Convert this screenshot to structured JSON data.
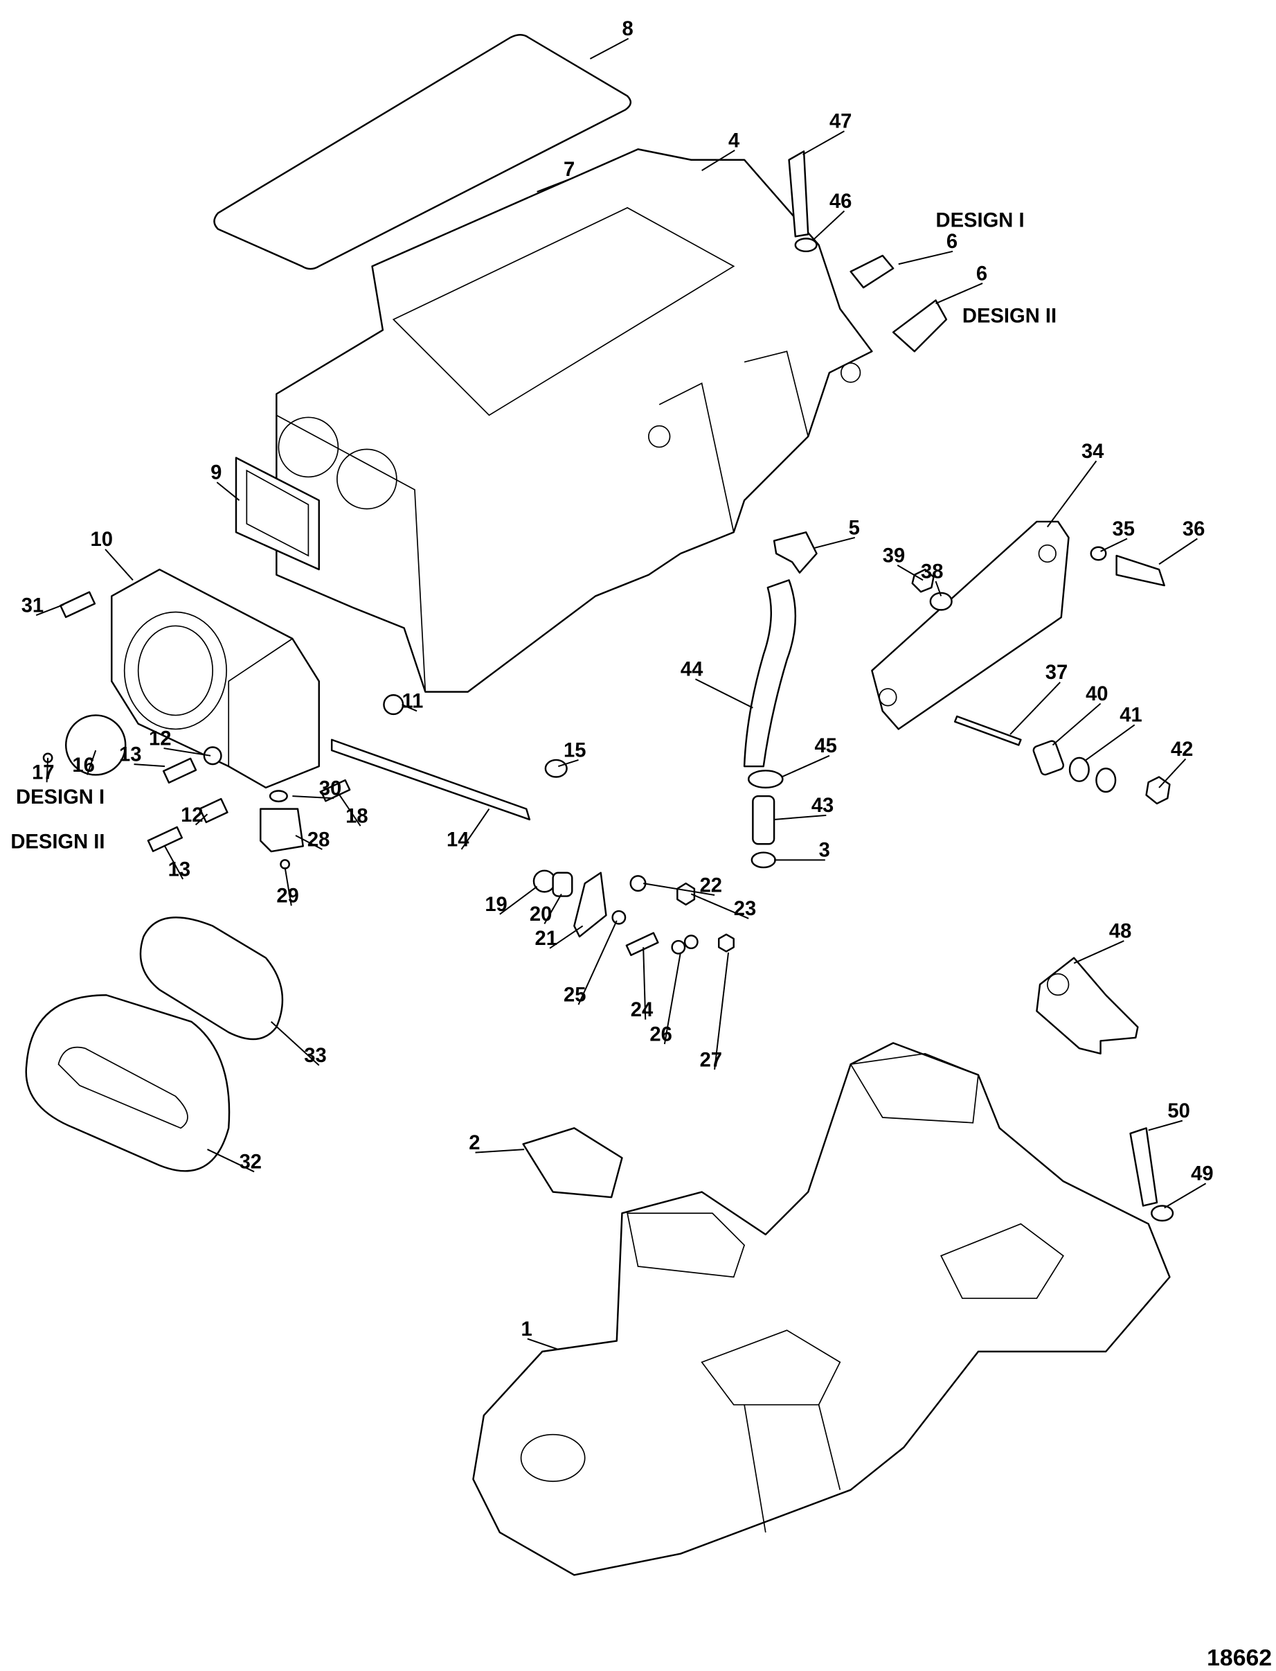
{
  "diagram": {
    "figure_number": "18662",
    "callouts": [
      "8",
      "4",
      "7",
      "47",
      "46",
      "DESIGN I",
      "6",
      "6",
      "DESIGN II",
      "9",
      "10",
      "34",
      "35",
      "36",
      "39",
      "38",
      "5",
      "44",
      "37",
      "40",
      "41",
      "42",
      "31",
      "11",
      "17",
      "16",
      "12",
      "13",
      "DESIGN I",
      "DESIGN II",
      "13",
      "12",
      "30",
      "18",
      "28",
      "29",
      "14",
      "15",
      "45",
      "43",
      "3",
      "19",
      "20",
      "22",
      "23",
      "21",
      "25",
      "24",
      "26",
      "27",
      "48",
      "33",
      "32",
      "2",
      "50",
      "49",
      "1"
    ],
    "parts": {
      "upper_intake_plenum": "4",
      "plenum_gasket": "8",
      "throttle_body": "10",
      "throttle_body_gasket": "9",
      "air_filter": "32",
      "air_filter_band": "33",
      "lower_intake_manifold": "1",
      "manifold_gasket": "2",
      "bracket": "34",
      "bracket_lower": "48",
      "hose": "44"
    }
  }
}
